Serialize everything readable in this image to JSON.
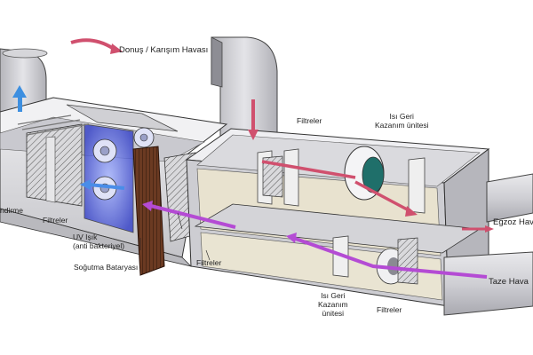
{
  "labels": {
    "return_air": "Donuş / Karışım Havası",
    "filters_top": "Filtreler",
    "heat_recovery_top_1": "Isı Geri",
    "heat_recovery_top_2": "Kazanım ünitesi",
    "left_cut": "ndirme",
    "filters_left": "Filtreler",
    "uv_lamp_1": "UV Işık",
    "uv_lamp_2": "(anti bakteriyel)",
    "cooling_coil": "Soğutma Bataryası",
    "filters_mid": "Filtreler",
    "exhaust_air": "Egzoz Hav",
    "fresh_air": "Taze Hava",
    "heat_recovery_bottom_1": "Isı Geri",
    "heat_recovery_bottom_2": "Kazanım",
    "heat_recovery_bottom_3": "ünitesi",
    "filters_bottom": "Filtreler"
  },
  "colors": {
    "return_air_arrow": "#d0506e",
    "supply_air_arrow": "#b44bd4",
    "cool_air_arrow": "#4a8de8",
    "uv_glow": "#3a46c8",
    "cooling_coil": "#6b3a22"
  }
}
